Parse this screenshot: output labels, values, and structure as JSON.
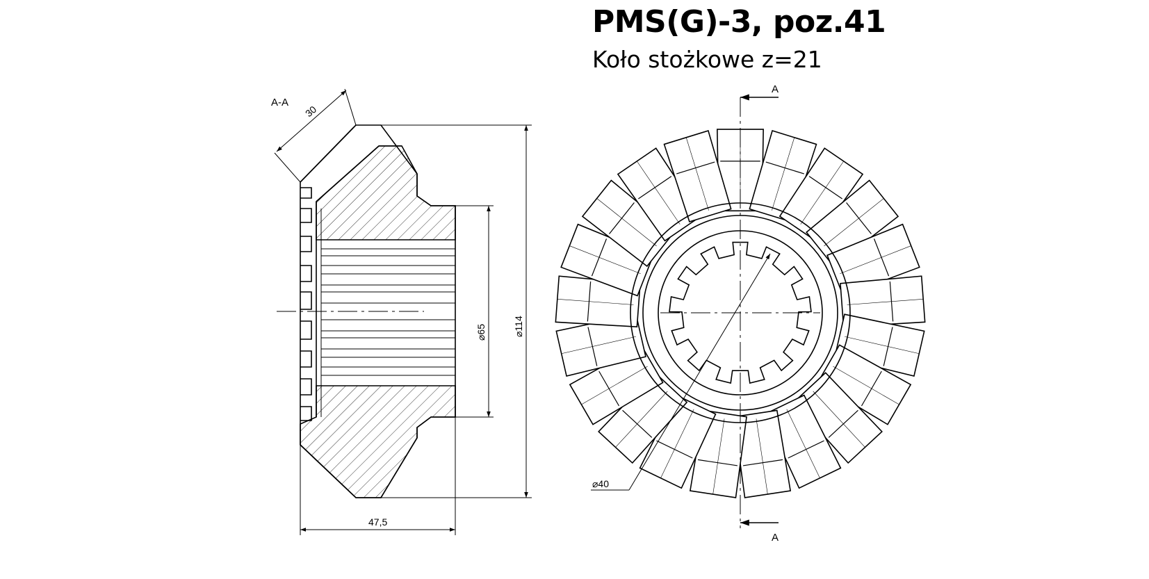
{
  "title": "PMS(G)-3, poz.41",
  "subtitle": "Koło stożkowe z=21",
  "section_view": {
    "label": "A-A",
    "dim_face_width": "30",
    "dim_length": "47,5",
    "dim_hub_diameter": "⌀65",
    "dim_outer_diameter": "⌀114"
  },
  "front_view": {
    "section_marker_top": "A",
    "section_marker_bottom": "A",
    "dim_bore_diameter": "⌀40",
    "teeth_count": 21,
    "spline_count": 13
  }
}
